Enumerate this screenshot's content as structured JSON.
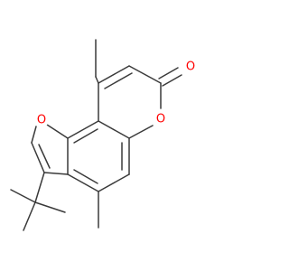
{
  "molecule": {
    "heteroatoms": [
      {
        "id": "o-furan",
        "symbol": "O",
        "color": "#ff0000"
      },
      {
        "id": "o-lactone-ring",
        "symbol": "O",
        "color": "#ff0000"
      },
      {
        "id": "o-carbonyl",
        "symbol": "O",
        "color": "#ff0000"
      }
    ],
    "bond_color": "#3a3a3a",
    "background": "#ffffff"
  }
}
